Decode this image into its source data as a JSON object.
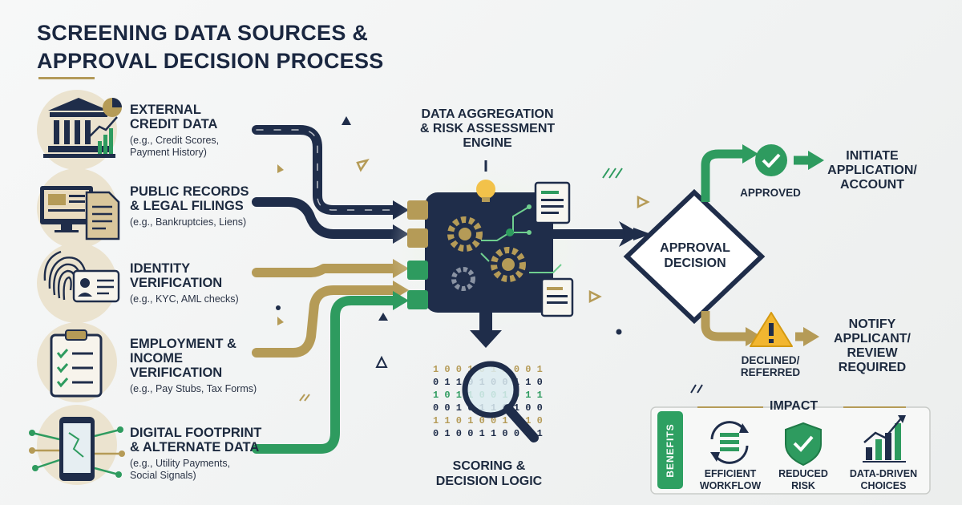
{
  "title": {
    "line1": "SCREENING DATA SOURCES &",
    "line2": "APPROVAL DECISION PROCESS"
  },
  "sources": [
    {
      "title_lines": [
        "EXTERNAL",
        "CREDIT DATA"
      ],
      "sub_lines": [
        "(e.g., Credit Scores,",
        "Payment History)"
      ],
      "icon": "bank-credit-icon"
    },
    {
      "title_lines": [
        "PUBLIC RECORDS",
        "& LEGAL FILINGS"
      ],
      "sub_lines": [
        "(e.g., Bankruptcies, Liens)"
      ],
      "icon": "public-records-icon"
    },
    {
      "title_lines": [
        "IDENTITY",
        "VERIFICATION"
      ],
      "sub_lines": [
        "(e.g., KYC, AML checks)"
      ],
      "icon": "fingerprint-id-icon"
    },
    {
      "title_lines": [
        "EMPLOYMENT &",
        "INCOME",
        "VERIFICATION"
      ],
      "sub_lines": [
        "(e.g., Pay Stubs, Tax Forms)"
      ],
      "icon": "clipboard-checklist-icon"
    },
    {
      "title_lines": [
        "DIGITAL FOOTPRINT",
        "& ALTERNATE DATA"
      ],
      "sub_lines": [
        "(e.g., Utility Payments,",
        "Social Signals)"
      ],
      "icon": "smartphone-network-icon"
    }
  ],
  "engine": {
    "label_lines": [
      "DATA AGGREGATION",
      "& RISK ASSESSMENT",
      "ENGINE"
    ]
  },
  "scoring": {
    "label_lines": [
      "SCORING &",
      "DECISION LOGIC"
    ]
  },
  "decision": {
    "label_lines": [
      "APPROVAL",
      "DECISION"
    ],
    "approved_label": "APPROVED",
    "approved_outcome_lines": [
      "INITIATE",
      "APPLICATION/",
      "ACCOUNT"
    ],
    "declined_label_lines": [
      "DECLINED/",
      "REFERRED"
    ],
    "declined_outcome_lines": [
      "NOTIFY",
      "APPLICANT/",
      "REVIEW",
      "REQUIRED"
    ]
  },
  "impact": {
    "title": "IMPACT",
    "tab_label": "BENEFITS",
    "benefits": [
      {
        "lines": [
          "EFFICIENT",
          "WORKFLOW"
        ],
        "icon": "cycle-list-icon"
      },
      {
        "lines": [
          "REDUCED",
          "RISK"
        ],
        "icon": "shield-check-icon"
      },
      {
        "lines": [
          "DATA-DRIVEN",
          "CHOICES"
        ],
        "icon": "bar-chart-icon"
      }
    ]
  },
  "colors": {
    "navy": "#1f2d4a",
    "gold": "#b59b57",
    "green": "#2e9b5f",
    "warning": "#f2b630"
  }
}
